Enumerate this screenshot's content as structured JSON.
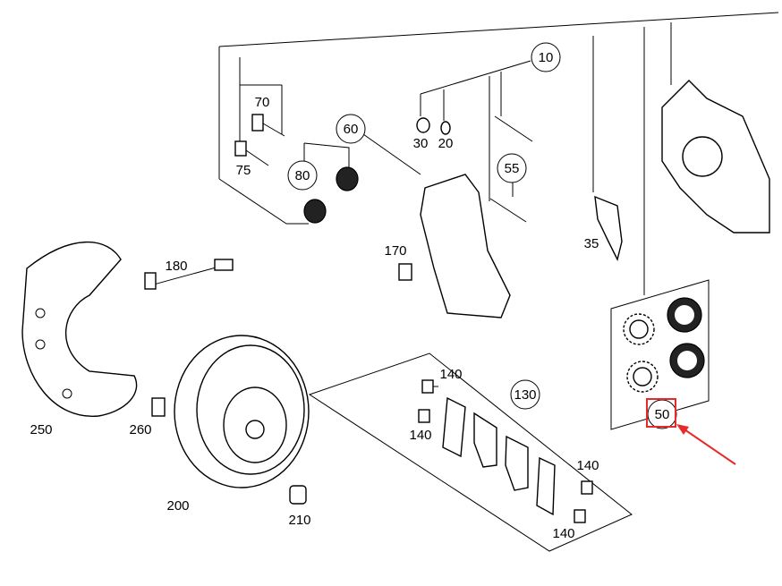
{
  "diagram": {
    "title": "Front brake assembly exploded parts diagram",
    "highlight_color": "#e8292b",
    "highlighted_part": "50",
    "callouts": {
      "c10": "10",
      "c70": "70",
      "c60": "60",
      "c30": "30",
      "c20": "20",
      "c75": "75",
      "c80": "80",
      "c55": "55",
      "c170": "170",
      "c35": "35",
      "c180": "180",
      "c250": "250",
      "c260": "260",
      "c200": "200",
      "c210": "210",
      "c140a": "140",
      "c140b": "140",
      "c140c": "140",
      "c140d": "140",
      "c130": "130",
      "c50": "50"
    }
  }
}
